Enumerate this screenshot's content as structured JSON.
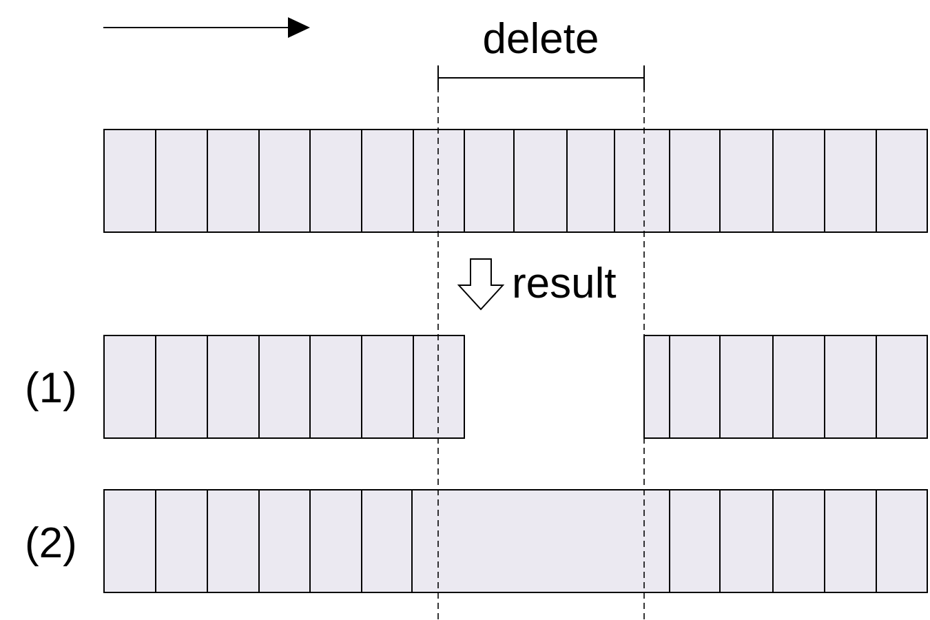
{
  "labels": {
    "delete": "delete",
    "result": "result",
    "case_1": "(1)",
    "case_2": "(2)"
  },
  "colors": {
    "cell_fill": "#ebe9f1",
    "stroke": "#000000",
    "background": "#ffffff"
  },
  "icons": {
    "direction": "right-arrow-icon",
    "result": "down-arrow-icon"
  }
}
